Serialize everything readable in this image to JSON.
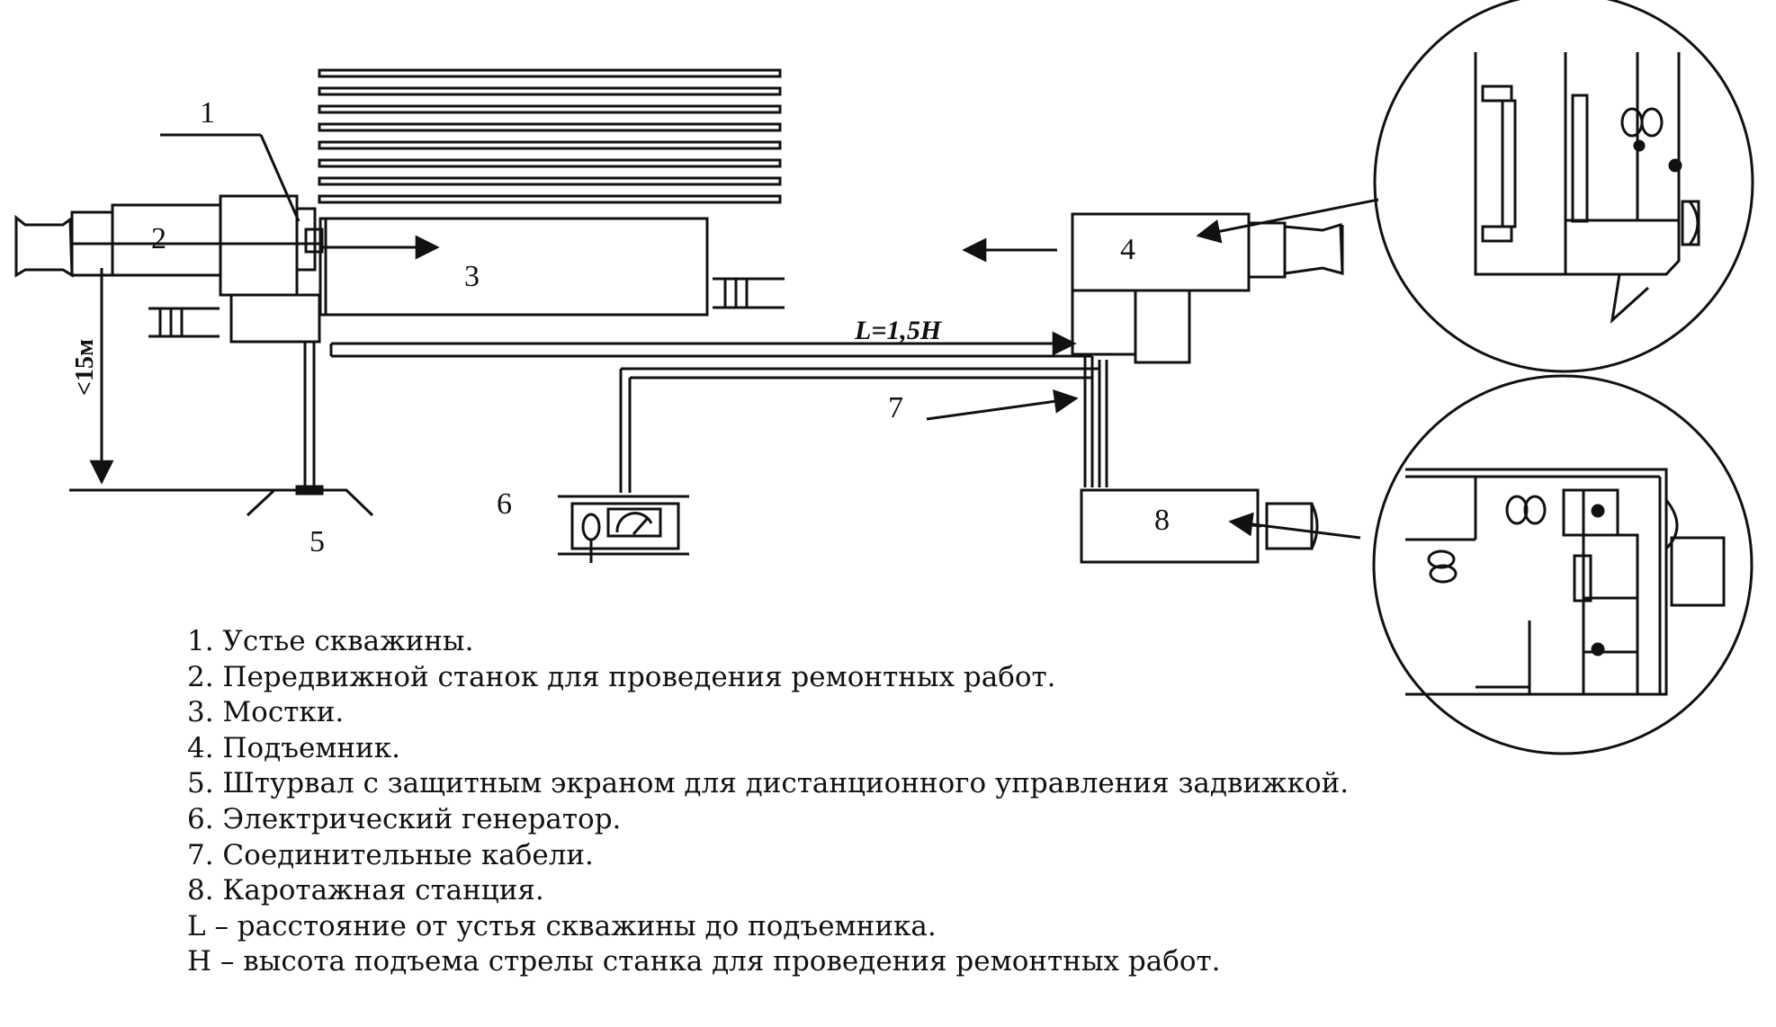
{
  "diagram": {
    "markers": {
      "m1": "1",
      "m2": "2",
      "m3": "3",
      "m4": "4",
      "m5": "5",
      "m6": "6",
      "m7": "7",
      "m8": "8"
    },
    "distance_label": "L=1,5H",
    "height_label": "<15м"
  },
  "legend": {
    "items": [
      "1. Устье скважины.",
      "2. Передвижной станок для проведения ремонтных работ.",
      "3. Мостки.",
      "4. Подъемник.",
      "5. Штурвал с защитным экраном для дистанционного управления задвижкой.",
      "6. Электрический генератор.",
      "7. Соединительные кабели.",
      "8. Каротажная станция.",
      "L – расстояние от устья скважины до подъемника.",
      "H – высота подъема стрелы станка для проведения ремонтных работ."
    ]
  }
}
